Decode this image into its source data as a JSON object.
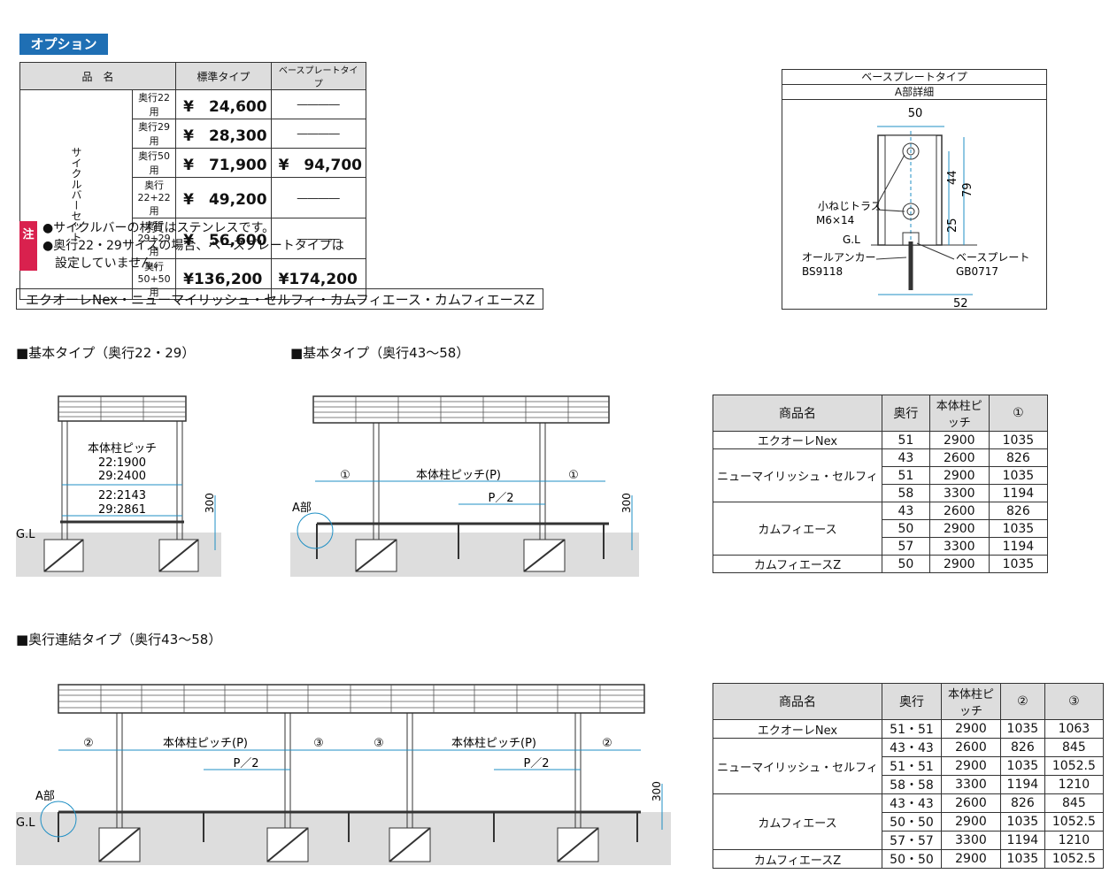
{
  "option": {
    "title": "オプション",
    "header_name": "品　名",
    "header_std": "標準タイプ",
    "header_base": "ベースプレートタイプ",
    "group_label": "サイクルバーセット",
    "rows": [
      {
        "name": "奥行22用",
        "std": "¥　24,600",
        "base": "――――"
      },
      {
        "name": "奥行29用",
        "std": "¥　28,300",
        "base": "――――"
      },
      {
        "name": "奥行50用",
        "std": "¥　71,900",
        "base": "¥　94,700"
      },
      {
        "name": "奥行22+22用",
        "std": "¥　49,200",
        "base": "――――"
      },
      {
        "name": "奥行29+29用",
        "std": "¥　56,600",
        "base": "――――"
      },
      {
        "name": "奥行50+50用",
        "std": "¥136,200",
        "base": "¥174,200"
      }
    ]
  },
  "note": {
    "badge": "注",
    "line1": "●サイクルバーの材質はステンレスです。",
    "line2": "●奥行22・29サイズの場合、ベースプレートタイプは",
    "line3": "　設定していません。"
  },
  "series": "エクオーレNex・ニューマイリッシュ・セルフィ・カムフィエース・カムフィエースZ",
  "detail": {
    "title": "ベースプレートタイプ",
    "subtitle": "A部詳細",
    "dim_top": "50",
    "dim_44": "44",
    "dim_79": "79",
    "dim_25": "25",
    "dim_52": "52",
    "screw": "小ねじトラス",
    "screw_size": "M6×14",
    "gl": "G.L",
    "anchor": "オールアンカー",
    "anchor_code": "BS9118",
    "plate": "ベースプレート",
    "plate_code": "GB0717"
  },
  "sec_basic_short": "■基本タイプ（奥行22・29）",
  "sec_basic_long": "■基本タイプ（奥行43～58）",
  "sec_linked": "■奥行連結タイプ（奥行43～58）",
  "diag1": {
    "pitch_label": "本体柱ピッチ",
    "p22": "22:1900",
    "p29": "29:2400",
    "w22": "22:2143",
    "w29": "29:2861",
    "h": "300",
    "gl": "G.L"
  },
  "diag2": {
    "c1": "①",
    "pitch": "本体柱ピッチ(P)",
    "half": "P／2",
    "h": "300",
    "a": "A部"
  },
  "diag3": {
    "c2": "②",
    "c3": "③",
    "pitch": "本体柱ピッチ(P)",
    "half": "P／2",
    "h": "300",
    "a": "A部",
    "gl": "G.L"
  },
  "spec1": {
    "headers": [
      "商品名",
      "奥行",
      "本体柱ピッチ",
      "①"
    ],
    "groups": [
      {
        "name": "エクオーレNex",
        "rows": [
          [
            "51",
            "2900",
            "1035"
          ]
        ]
      },
      {
        "name": "ニューマイリッシュ・セルフィ",
        "rows": [
          [
            "43",
            "2600",
            "826"
          ],
          [
            "51",
            "2900",
            "1035"
          ],
          [
            "58",
            "3300",
            "1194"
          ]
        ]
      },
      {
        "name": "カムフィエース",
        "rows": [
          [
            "43",
            "2600",
            "826"
          ],
          [
            "50",
            "2900",
            "1035"
          ],
          [
            "57",
            "3300",
            "1194"
          ]
        ]
      },
      {
        "name": "カムフィエースZ",
        "rows": [
          [
            "50",
            "2900",
            "1035"
          ]
        ]
      }
    ]
  },
  "spec2": {
    "headers": [
      "商品名",
      "奥行",
      "本体柱ピッチ",
      "②",
      "③"
    ],
    "groups": [
      {
        "name": "エクオーレNex",
        "rows": [
          [
            "51・51",
            "2900",
            "1035",
            "1063"
          ]
        ]
      },
      {
        "name": "ニューマイリッシュ・セルフィ",
        "rows": [
          [
            "43・43",
            "2600",
            "826",
            "845"
          ],
          [
            "51・51",
            "2900",
            "1035",
            "1052.5"
          ],
          [
            "58・58",
            "3300",
            "1194",
            "1210"
          ]
        ]
      },
      {
        "name": "カムフィエース",
        "rows": [
          [
            "43・43",
            "2600",
            "826",
            "845"
          ],
          [
            "50・50",
            "2900",
            "1035",
            "1052.5"
          ],
          [
            "57・57",
            "3300",
            "1194",
            "1210"
          ]
        ]
      },
      {
        "name": "カムフィエースZ",
        "rows": [
          [
            "50・50",
            "2900",
            "1035",
            "1052.5"
          ]
        ]
      }
    ]
  }
}
